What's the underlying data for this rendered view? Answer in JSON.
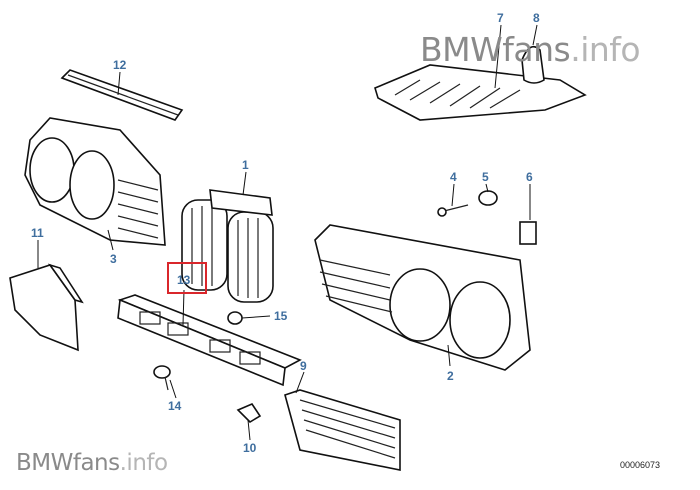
{
  "watermark": {
    "brand": "BMWfans",
    "suffix": ".info"
  },
  "diagram_number": "00006073",
  "highlighted_part": "13",
  "colors": {
    "label": "#3f6e9e",
    "highlight": "#d9262b",
    "watermark": "#8a8a8a"
  },
  "parts": {
    "p1": "1",
    "p2": "2",
    "p3": "3",
    "p4": "4",
    "p5": "5",
    "p6": "6",
    "p7": "7",
    "p8": "8",
    "p9": "9",
    "p10": "10",
    "p11": "11",
    "p12": "12",
    "p13": "13",
    "p14": "14",
    "p15": "15"
  }
}
